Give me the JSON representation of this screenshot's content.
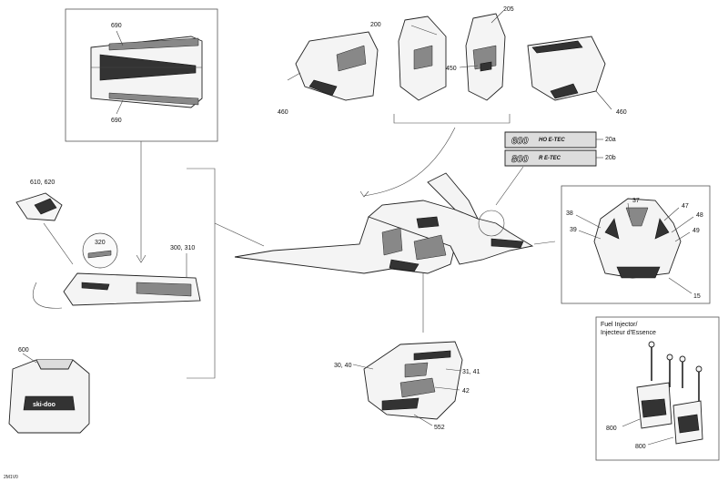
{
  "callouts": {
    "c690_top": "690",
    "c690_bot": "690",
    "c200": "200",
    "c205": "205",
    "c450": "450",
    "c460_l": "460",
    "c460_r": "460",
    "c20a": "20a",
    "c20b": "20b",
    "c610": "610, 620",
    "c320": "320",
    "c300": "300, 310",
    "c600": "600",
    "c37": "37",
    "c38": "38",
    "c39": "39",
    "c47": "47",
    "c48": "48",
    "c49": "49",
    "c15": "15",
    "c30": "30, 40",
    "c31": "31, 41",
    "c42": "42",
    "c552": "552",
    "c800a": "800",
    "c800b": "800"
  },
  "decals": {
    "d600": "600",
    "d600_suffix": "HO E-TEC",
    "d800": "800",
    "d800_suffix": "R E-TEC"
  },
  "fuel_box": {
    "title_en": "Fuel Injector/",
    "title_fr": "Injecteur d'Essence"
  },
  "bottom_ref": "2M1V0",
  "brand_plate": "ski-doo"
}
